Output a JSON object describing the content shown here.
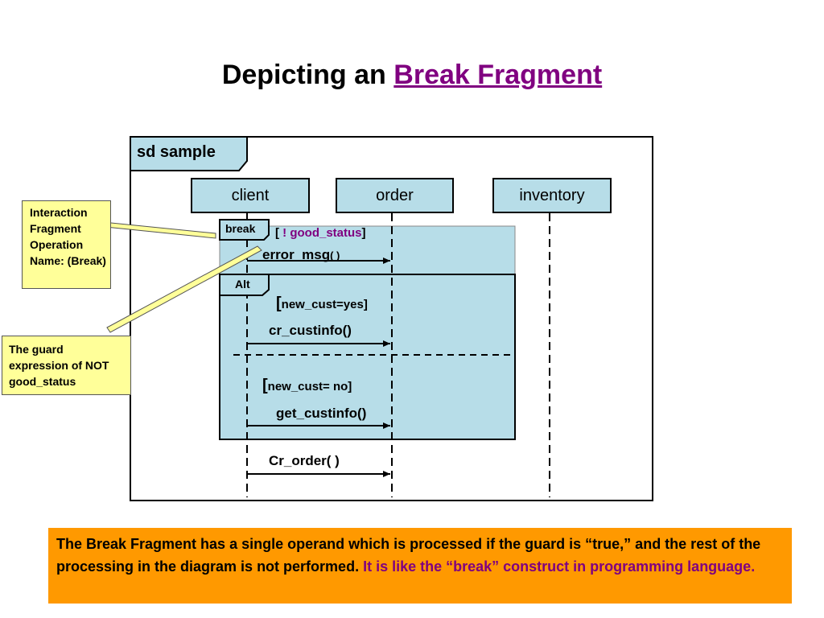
{
  "title": {
    "prefix": "Depicting an",
    "link": "Break Fragment"
  },
  "frame": {
    "label": "sd sample"
  },
  "lifelines": [
    "client",
    "order",
    "inventory"
  ],
  "fragments": {
    "break": {
      "operator": "break",
      "guard_open": "[",
      "guard_text": "! good_status",
      "guard_close": "]",
      "message": "error_msg",
      "message_args": "( )"
    },
    "alt": {
      "operator": "Alt",
      "operand1": {
        "guard_open": "[",
        "guard_text": "new_cust=yes]",
        "message": "cr_custinfo()"
      },
      "operand2": {
        "guard_open": "[",
        "guard_text": "new_cust= no]",
        "message": "get_custinfo()"
      }
    }
  },
  "final_message": "Cr_order( )",
  "callouts": {
    "operation_name": "Interaction Fragment Operation Name: (Break)",
    "guard": "The guard expression of NOT good_status"
  },
  "note": {
    "text": "The Break Fragment has a single operand which is processed if the guard is “true,” and the rest of the processing in the diagram is not performed.",
    "emphasis": "It is like the “break” construct in programming language."
  },
  "colors": {
    "lifeline_fill": "#b7dde8",
    "callout_fill": "#ffff99",
    "note_fill": "#ff9900",
    "link": "#800080"
  }
}
